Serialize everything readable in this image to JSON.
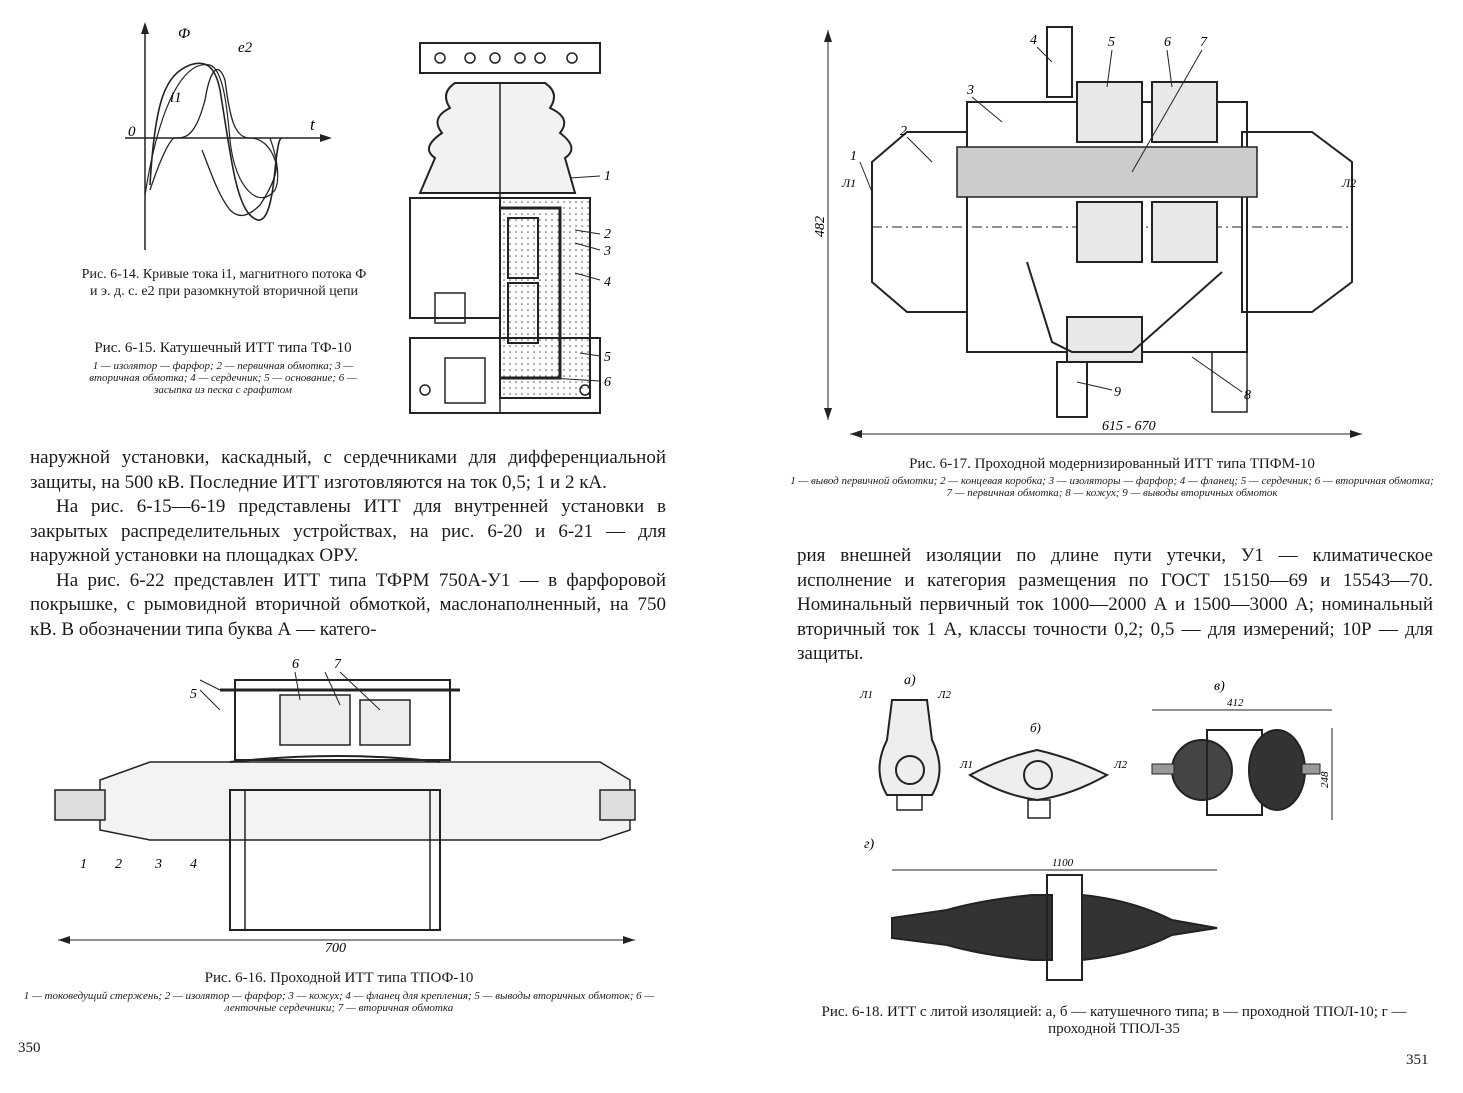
{
  "left": {
    "fig14": {
      "label_phi": "Ф",
      "label_e2": "e2",
      "label_i1": "i1",
      "label_o": "0",
      "label_t": "t",
      "caption": "Рис. 6-14. Кривые тока i1, магнитного потока Ф и э. д. с. e2 при разомкнутой вторичной цепи"
    },
    "fig15": {
      "title": "Рис. 6-15. Катушечный ИТТ типа ТФ-10",
      "legend": "1 — изолятор — фарфор; 2 — первичная обмотка; 3 — вторичная обмотка; 4 — сердечник; 5 — основание; 6 — засыпка из песка с графитом",
      "labels": [
        "1",
        "2",
        "3",
        "4",
        "5",
        "6"
      ]
    },
    "text": {
      "p1": "наружной установки, каскадный, с сердечниками для дифференциальной защиты, на 500 кВ. Последние ИТТ изготовляются на ток 0,5; 1 и 2 кА.",
      "p2": "На рис. 6-15—6-19 представлены ИТТ для внутренней установки в закрытых распределительных устройствах, на рис. 6-20 и 6-21 — для наружной установки на площадках ОРУ.",
      "p3": "На рис. 6-22 представлен ИТТ типа ТФРМ 750А-У1 — в фарфоровой покрышке, с рымовидной вторичной обмоткой, маслонаполненный, на 750 кВ. В обозначении типа буква А — катего-"
    },
    "fig16": {
      "labels": [
        "1",
        "2",
        "3",
        "4",
        "5",
        "6",
        "7"
      ],
      "dim": "700",
      "title": "Рис. 6-16. Проходной ИТТ типа ТПОФ-10",
      "legend": "1 — токоведущий стержень; 2 — изолятор — фарфор; 3 — кожух; 4 — фланец для крепления; 5 — выводы вторичных обмоток; 6 — ленточные сердечники; 7 — вторичная обмотка"
    },
    "page_number": "350"
  },
  "right": {
    "fig17": {
      "labels": [
        "1",
        "2",
        "3",
        "4",
        "5",
        "6",
        "7",
        "8",
        "9"
      ],
      "l1": "Л1",
      "l2": "Л2",
      "dim_h": "482",
      "dim_w": "615 - 670",
      "title": "Рис. 6-17. Проходной модернизированный ИТТ типа ТПФМ-10",
      "legend": "1 — вывод первичной обмотки; 2 — концевая коробка; 3 — изоляторы — фарфор; 4 — фланец; 5 — сердечник; 6 — вторичная обмотка; 7 — первичная обмотка; 8 — кожух; 9 — выводы вторичных обмоток"
    },
    "text": {
      "p1": "рия внешней изоляции по длине пути утечки, У1 — климатическое исполнение и категория размещения по ГОСТ 15150—69 и 15543—70. Номинальный первичный ток 1000—2000 А и 1500—3000 А; номинальный вторичный ток 1 А, классы точности 0,2; 0,5 — для измерений; 10Р — для защиты."
    },
    "fig18": {
      "a": "а)",
      "b": "б)",
      "v": "в)",
      "g": "г)",
      "l1": "Л1",
      "l2": "Л2",
      "dim_412": "412",
      "dim_248": "248",
      "dim_1100": "1100",
      "caption": "Рис. 6-18. ИТТ с литой изоляцией: а, б — катушечного типа; в — проходной ТПОЛ-10; г — проходной ТПОЛ-35"
    },
    "page_number": "351"
  }
}
